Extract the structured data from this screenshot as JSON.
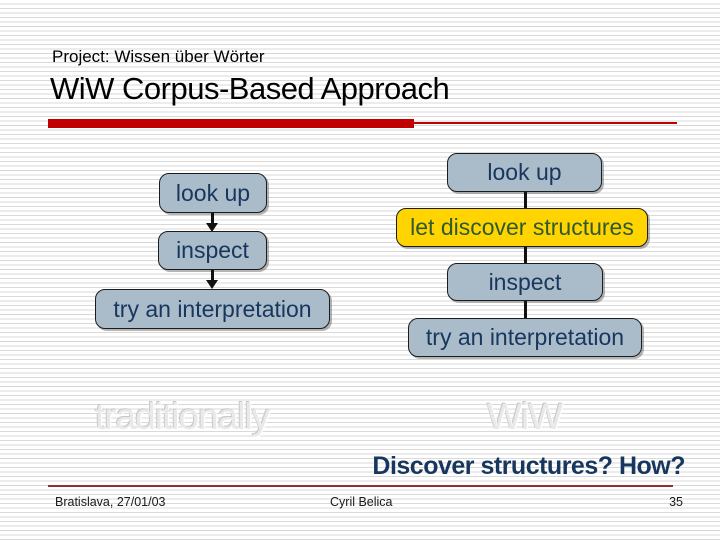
{
  "slide": {
    "kicker": "Project: Wissen über Wörter",
    "title": "WiW Corpus-Based Approach"
  },
  "flowcharts": {
    "traditional": {
      "caption": "traditionally",
      "steps": [
        {
          "label": "look up"
        },
        {
          "label": "inspect"
        },
        {
          "label": "try an interpretation"
        }
      ]
    },
    "wiw": {
      "caption": "WiW",
      "steps": [
        {
          "label": "look up"
        },
        {
          "label": "let discover structures"
        },
        {
          "label": "inspect"
        },
        {
          "label": "try an interpretation"
        }
      ]
    }
  },
  "question": "Discover structures? How?",
  "footer": {
    "location_date": "Bratislava, 27/01/03",
    "author": "Cyril Belica",
    "page": "35"
  },
  "colors": {
    "accent_red": "#c00000",
    "box_fill": "#aabbc9",
    "box_text": "#17375e",
    "highlight_fill": "#ffd400",
    "highlight_text": "#2f5a2f",
    "footer_rule": "#8e3030",
    "ghost_text": "#e9e9e9"
  }
}
